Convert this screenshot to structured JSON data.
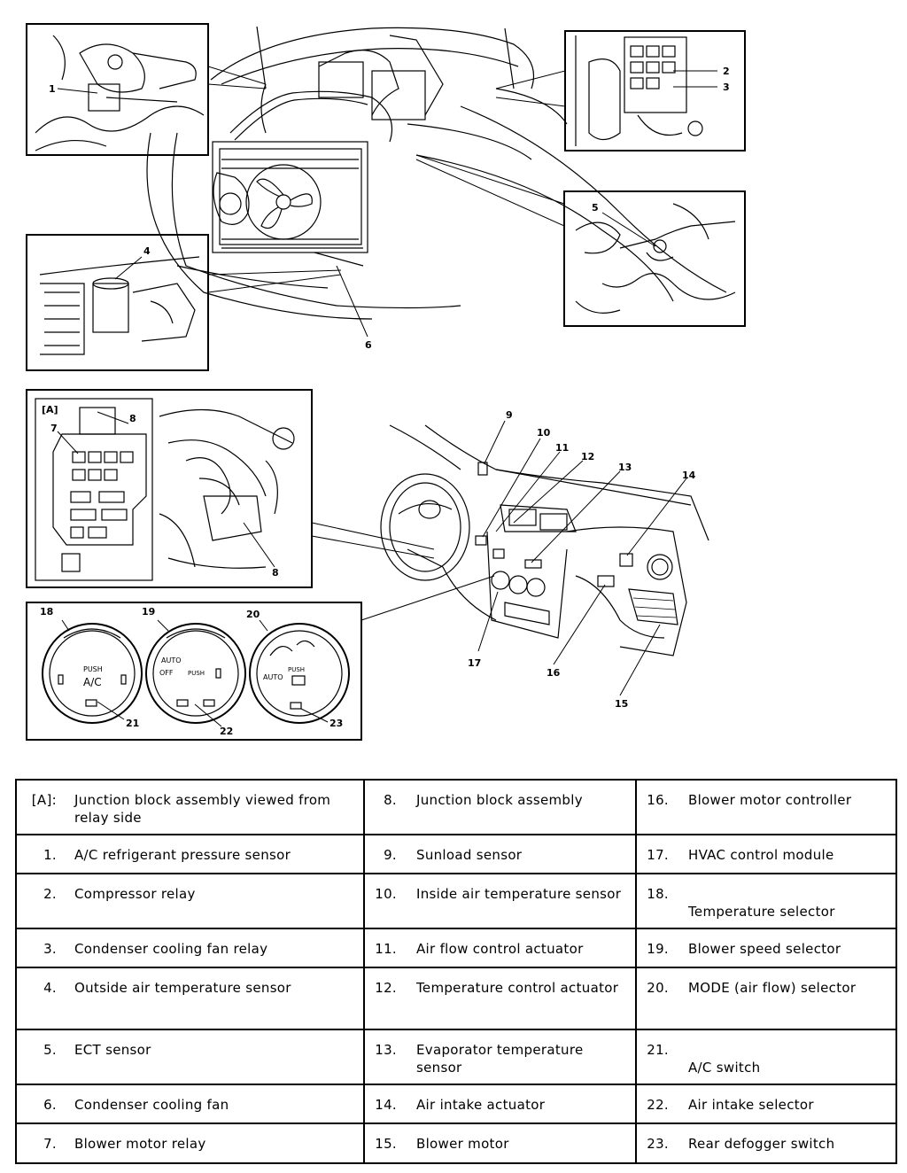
{
  "diagram": {
    "callouts": {
      "n1": "1",
      "n2": "2",
      "n3": "3",
      "n4": "4",
      "n5": "5",
      "n6": "6",
      "n7": "7",
      "n8a": "8",
      "n8b": "8",
      "n9": "9",
      "n10": "10",
      "n11": "11",
      "n12": "12",
      "n13": "13",
      "n14": "14",
      "n15": "15",
      "n16": "16",
      "n17": "17",
      "n18": "18",
      "n19": "19",
      "n20": "20",
      "n21": "21",
      "n22": "22",
      "n23": "23"
    },
    "box_label_a": "[A]",
    "dial18": {
      "push": "PUSH",
      "ac": "A/C"
    },
    "dial19": {
      "auto": "AUTO",
      "off": "OFF",
      "push": "PUSH"
    },
    "dial20": {
      "push": "PUSH",
      "auto": "AUTO"
    }
  },
  "legend": {
    "rows": [
      [
        {
          "num": "[A]:",
          "text": "Junction block assembly viewed from relay side"
        },
        {
          "num": "8.",
          "text": "Junction block assembly"
        },
        {
          "num": "16.",
          "text": "Blower motor controller"
        }
      ],
      [
        {
          "num": "1.",
          "text": "A/C refrigerant pressure sensor"
        },
        {
          "num": "9.",
          "text": "Sunload sensor"
        },
        {
          "num": "17.",
          "text": "HVAC control module"
        }
      ],
      [
        {
          "num": "2.",
          "text": "Compressor relay"
        },
        {
          "num": "10.",
          "text": "Inside air temperature sensor"
        },
        {
          "num": "18.",
          "text": "Temperature selector"
        }
      ],
      [
        {
          "num": "3.",
          "text": "Condenser cooling fan relay"
        },
        {
          "num": "11.",
          "text": "Air flow control actuator"
        },
        {
          "num": "19.",
          "text": "Blower speed selector"
        }
      ],
      [
        {
          "num": "4.",
          "text": "Outside air temperature sensor"
        },
        {
          "num": "12.",
          "text": "Temperature control actuator"
        },
        {
          "num": "20.",
          "text": "MODE (air flow) selector"
        }
      ],
      [
        {
          "num": "5.",
          "text": "ECT sensor"
        },
        {
          "num": "13.",
          "text": "Evaporator temperature sensor"
        },
        {
          "num": "21.",
          "text": "A/C switch"
        }
      ],
      [
        {
          "num": "6.",
          "text": "Condenser cooling fan"
        },
        {
          "num": "14.",
          "text": "Air intake actuator"
        },
        {
          "num": "22.",
          "text": "Air intake selector"
        }
      ],
      [
        {
          "num": "7.",
          "text": "Blower motor relay"
        },
        {
          "num": "15.",
          "text": "Blower motor"
        },
        {
          "num": "23.",
          "text": "Rear defogger switch"
        }
      ]
    ]
  }
}
